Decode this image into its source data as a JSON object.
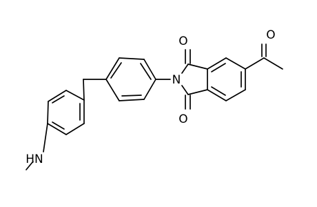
{
  "structure": {
    "atom_labels": {
      "imide_nitrogen": "N",
      "carbonyl_oxygen_top": "O",
      "carbonyl_oxygen_bottom": "O",
      "acetyl_oxygen": "O",
      "amine_group": "HN"
    },
    "colors": {
      "bond": "#000000",
      "label": "#000000",
      "background": "#ffffff"
    }
  }
}
